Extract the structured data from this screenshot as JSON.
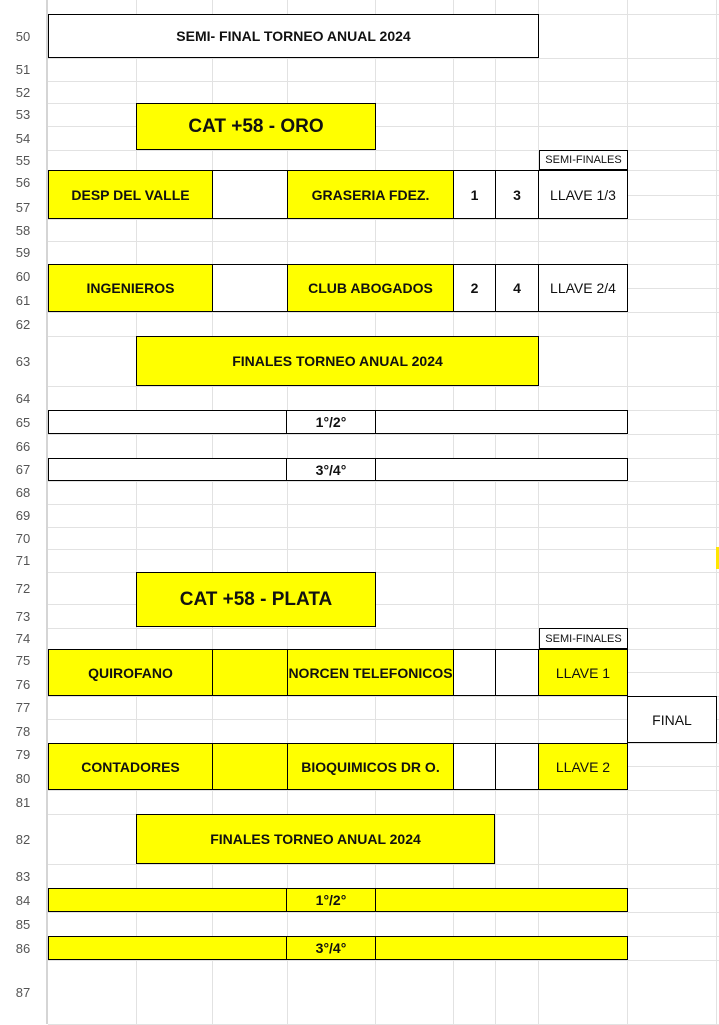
{
  "row_numbers": [
    "50",
    "51",
    "52",
    "53",
    "54",
    "55",
    "56",
    "57",
    "58",
    "59",
    "60",
    "61",
    "62",
    "63",
    "64",
    "65",
    "66",
    "67",
    "68",
    "69",
    "70",
    "71",
    "72",
    "73",
    "74",
    "75",
    "76",
    "77",
    "78",
    "79",
    "80",
    "81",
    "82",
    "83",
    "84",
    "85",
    "86",
    "87"
  ],
  "oro": {
    "header": "SEMI- FINAL TORNEO ANUAL 2024",
    "category": "CAT +58 - ORO",
    "semis_label": "SEMI-FINALES",
    "match1": {
      "team_a": "DESP DEL VALLE",
      "team_b": "GRASERIA FDEZ.",
      "num1": "1",
      "num2": "3",
      "llave": "LLAVE 1/3"
    },
    "match2": {
      "team_a": "INGENIEROS",
      "team_b": "CLUB ABOGADOS",
      "num1": "2",
      "num2": "4",
      "llave": "LLAVE 2/4"
    },
    "finals_title": "FINALES TORNEO ANUAL 2024",
    "first_second": "1°/2°",
    "third_fourth": "3°/4°"
  },
  "plata": {
    "category": "CAT +58 - PLATA",
    "semis_label": "SEMI-FINALES",
    "match1": {
      "team_a": "QUIROFANO",
      "team_b": "NORCEN TELEFONICOS",
      "llave": "LLAVE 1"
    },
    "final_label": "FINAL",
    "match2": {
      "team_a": "CONTADORES",
      "team_b": "BIOQUIMICOS DR O.",
      "llave": "LLAVE 2"
    },
    "finals_title": "FINALES TORNEO ANUAL 2024",
    "first_second": "1°/2°",
    "third_fourth": "3°/4°"
  },
  "colors": {
    "highlight": "#ffff00",
    "border": "#000000",
    "grid": "#e2e2e2"
  }
}
